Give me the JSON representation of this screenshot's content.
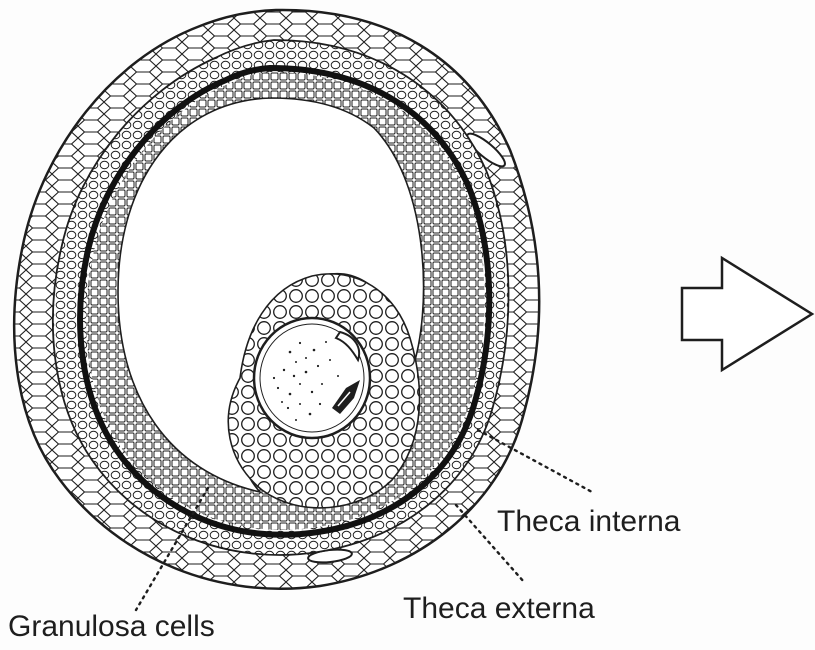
{
  "labels": {
    "theca_interna": "Theca interna",
    "theca_externa": "Theca externa",
    "granulosa_cells": "Granulosa cells"
  },
  "colors": {
    "ink": "#1e1e1e",
    "paper": "#fdfdfd"
  },
  "icons": {
    "arrow": "right-arrow-icon"
  }
}
